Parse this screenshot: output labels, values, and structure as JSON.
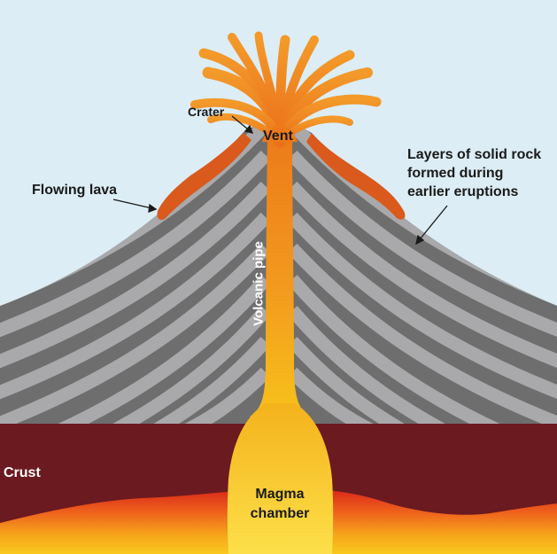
{
  "labels": {
    "crater": "Crater",
    "vent": "Vent",
    "flowing_lava": "Flowing lava",
    "layers": [
      "Layers of solid rock",
      "formed during",
      "earlier eruptions"
    ],
    "volcanic_pipe": "Volcanic pipe",
    "crust": "Crust",
    "magma_chamber": [
      "Magma",
      "chamber"
    ]
  },
  "colors": {
    "sky": "#dcedf5",
    "rock_dark": "#6e6e6e",
    "rock_light": "#a9a9ab",
    "crust": "#6b1a1f",
    "lava_orange": "#ec7a1a",
    "lava_flow": "#d95a1c",
    "magma_yellow": "#f7c21a",
    "magma_red": "#d8261a"
  }
}
